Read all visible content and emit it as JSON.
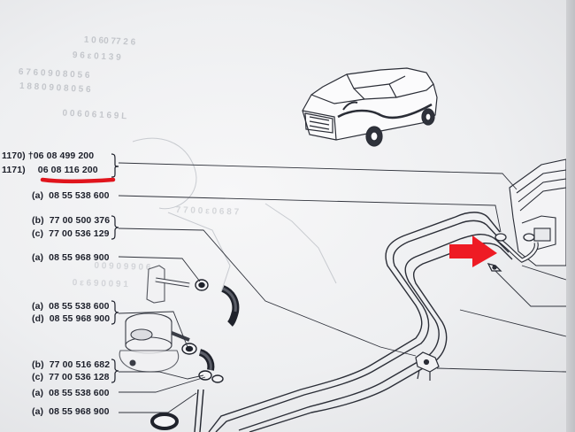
{
  "parts": [
    {
      "id": "p1a",
      "prefix": "1170) †",
      "number": "06 08 499 200"
    },
    {
      "id": "p1b",
      "prefix": "1171)",
      "number": "06 08 116 200"
    },
    {
      "id": "p2",
      "prefix": "(a)",
      "number": "08 55 538 600"
    },
    {
      "id": "p3",
      "prefix": "(b)",
      "number": "77 00 500 376"
    },
    {
      "id": "p4",
      "prefix": "(c)",
      "number": "77 00 536 129"
    },
    {
      "id": "p5",
      "prefix": "(a)",
      "number": "08 55 968 900"
    },
    {
      "id": "p6",
      "prefix": "(a)",
      "number": "08 55 538 600"
    },
    {
      "id": "p7",
      "prefix": "(d)",
      "number": "08 55 968 900"
    },
    {
      "id": "p8",
      "prefix": "(b)",
      "number": "77 00 516 682"
    },
    {
      "id": "p9",
      "prefix": "(c)",
      "number": "77 00 536 128"
    },
    {
      "id": "p10",
      "prefix": "(a)",
      "number": "08 55 538 600"
    },
    {
      "id": "p11",
      "prefix": "(a)",
      "number": "08 55 968 900"
    }
  ],
  "accent_colors": {
    "underline": "#e0141c",
    "arrow": "#ee1b24",
    "ink": "#1c1f2a"
  },
  "icons": [
    "car-illustration",
    "fuel-pump",
    "fuel-lines",
    "red-arrow"
  ]
}
